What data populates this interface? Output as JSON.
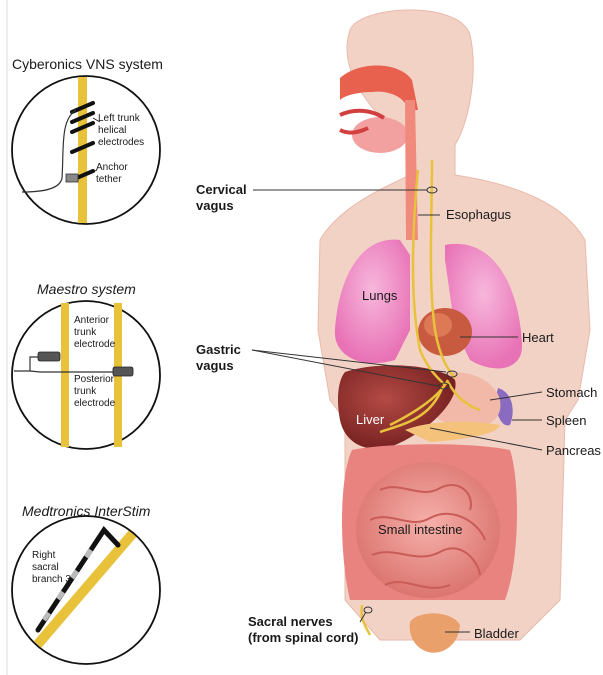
{
  "panels": {
    "vns": {
      "title": "Cyberonics VNS system",
      "label_left_trunk": "Left trunk helical electrodes",
      "label_anchor": "Anchor tether"
    },
    "maestro": {
      "title": "Maestro system",
      "label_anterior": "Anterior trunk electrode",
      "label_posterior": "Posterior trunk electrode"
    },
    "interstim": {
      "title": "Medtronics InterStim",
      "label_branch": "Right sacral branch 3"
    }
  },
  "anatomy": {
    "cervical_vagus": "Cervical vagus",
    "esophagus": "Esophagus",
    "lungs": "Lungs",
    "heart": "Heart",
    "gastric_vagus": "Gastric vagus",
    "stomach": "Stomach",
    "spleen": "Spleen",
    "liver": "Liver",
    "pancreas": "Pancreas",
    "small_intestine": "Small intestine",
    "sacral_nerves": "Sacral nerves (from spinal cord)",
    "bladder": "Bladder"
  },
  "colors": {
    "nerve": "#e8c23a",
    "body": "#f3d2c6",
    "lungs": "#f08cc3",
    "liver": "#8e2a2a",
    "stomach": "#f2b9a8",
    "spleen": "#8a6bbf",
    "intestine": "#ec8f8a",
    "electrode": "#1b1b1b"
  }
}
